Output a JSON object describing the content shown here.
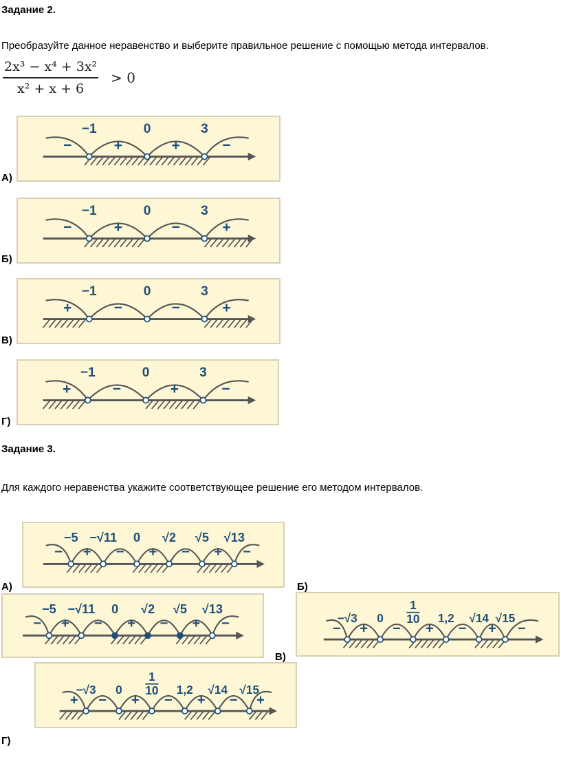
{
  "task2": {
    "heading": "Задание 2.",
    "instruction": "Преобразуйте данное неравенство и выберите правильное решение с помощью метода интервалов.",
    "formula": {
      "numerator": "2x³  −  x⁴  +  3x²",
      "denominator": "x²  +  x  +  6",
      "relation": ">  0"
    },
    "options": [
      {
        "label": "А)",
        "points": [
          "−1",
          "0",
          "3"
        ],
        "signs": [
          "−",
          "+",
          "+",
          "−"
        ]
      },
      {
        "label": "Б)",
        "points": [
          "−1",
          "0",
          "3"
        ],
        "signs": [
          "−",
          "+",
          "−",
          "+"
        ]
      },
      {
        "label": "В)",
        "points": [
          "−1",
          "0",
          "3"
        ],
        "signs": [
          "+",
          "−",
          "−",
          "+"
        ]
      },
      {
        "label": "Г)",
        "points": [
          "−1",
          "0",
          "3"
        ],
        "signs": [
          "+",
          "−",
          "+",
          "−"
        ]
      }
    ]
  },
  "task3": {
    "heading": "Задание 3.",
    "instruction": "Для каждого неравенства укажите соответствующее решение его методом интервалов.",
    "options": [
      {
        "label": "А)",
        "points": [
          "−5",
          "−√11",
          "0",
          "√2",
          "√5",
          "√13"
        ],
        "signs": [
          "−",
          "+",
          "−",
          "+",
          "−",
          "+",
          "−"
        ]
      },
      {
        "label": "Б)",
        "points": [
          "−5",
          "−√11",
          "0",
          "√2",
          "√5",
          "√13"
        ],
        "signs": [
          "−",
          "+",
          "−",
          "+",
          "−",
          "+",
          "−"
        ]
      },
      {
        "label": "В)",
        "points": [
          "−√3",
          "0",
          "1/10",
          "1,2",
          "√14",
          "√15"
        ],
        "signs": [
          "−",
          "+",
          "−",
          "+",
          "−",
          "+",
          "−"
        ]
      },
      {
        "label": "Г)",
        "points": [
          "−√3",
          "0",
          "1/10",
          "1,2",
          "√14",
          "√15"
        ],
        "signs": [
          "+",
          "−",
          "+",
          "−",
          "+",
          "−",
          "+"
        ]
      }
    ]
  },
  "colors": {
    "panel_bg": "#fdf7d6",
    "ink": "#1e4f7a",
    "line": "#555555",
    "border": "#d8d1b6"
  }
}
